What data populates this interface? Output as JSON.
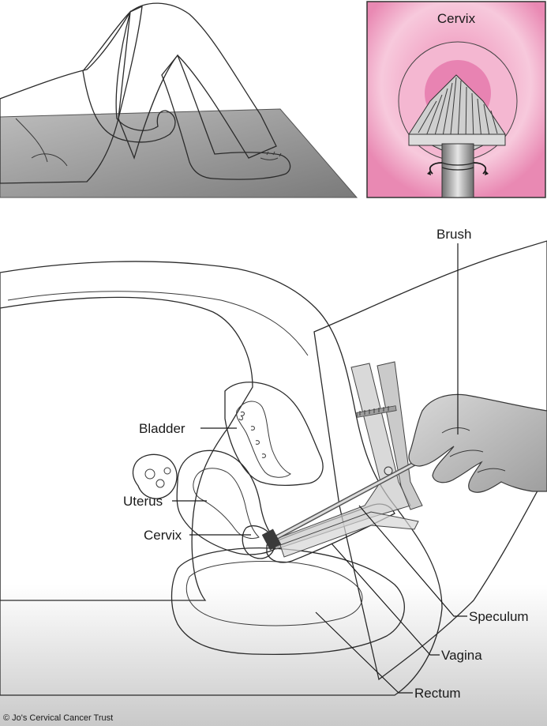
{
  "labels": {
    "inset_title": "Cervix",
    "brush": "Brush",
    "bladder": "Bladder",
    "uterus": "Uterus",
    "cervix": "Cervix",
    "speculum": "Speculum",
    "vagina": "Vagina",
    "rectum": "Rectum"
  },
  "copyright": "© Jo's Cervical Cancer Trust",
  "colors": {
    "skin_pink": "#f4b6cf",
    "tissue_pink": "#ea7fae",
    "deep_pink": "#d63f86",
    "table_gray": "#9a9a9a",
    "speculum_gray": "#c8c8c8",
    "hand_gray": "#bdbdbd"
  }
}
